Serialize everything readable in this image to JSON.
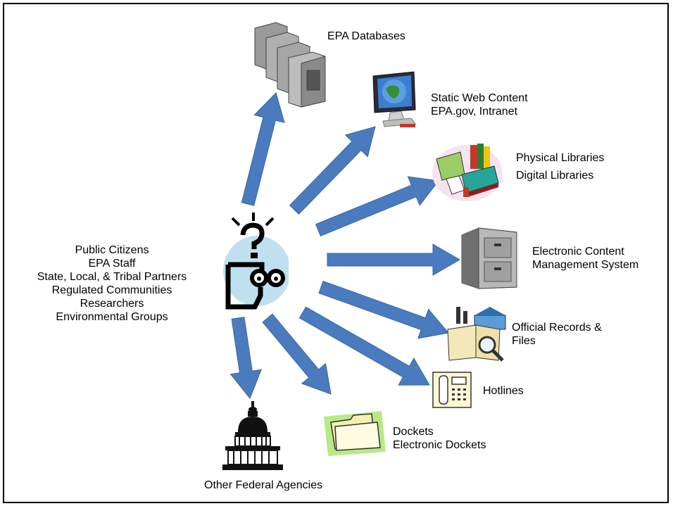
{
  "audience": {
    "lines": [
      "Public Citizens",
      "EPA Staff",
      "State, Local, & Tribal Partners",
      "Regulated Communities",
      "Researchers",
      "Environmental Groups"
    ]
  },
  "destinations": {
    "epa_databases": {
      "lines": [
        "EPA Databases"
      ],
      "icon": "server-stack-icon"
    },
    "static_web": {
      "lines": [
        "Static Web Content",
        "EPA.gov, Intranet"
      ],
      "icon": "computer-globe-icon"
    },
    "libraries": {
      "lines": [
        "Physical Libraries",
        "Digital Libraries"
      ],
      "icon": "books-icon"
    },
    "ecms": {
      "lines": [
        "Electronic Content",
        "Management System"
      ],
      "icon": "file-cabinet-icon"
    },
    "records": {
      "lines": [
        "Official Records &",
        "Files"
      ],
      "icon": "records-magnifier-icon"
    },
    "hotlines": {
      "lines": [
        "Hotlines"
      ],
      "icon": "phone-icon"
    },
    "dockets": {
      "lines": [
        "Dockets",
        "Electronic Dockets"
      ],
      "icon": "folder-icon"
    },
    "federal": {
      "lines": [
        "Other Federal Agencies"
      ],
      "icon": "capitol-icon"
    }
  },
  "colors": {
    "arrow": "#4a7bbf",
    "arrow_edge": "#3a66a6",
    "center_glow": "#bfe0ee"
  }
}
